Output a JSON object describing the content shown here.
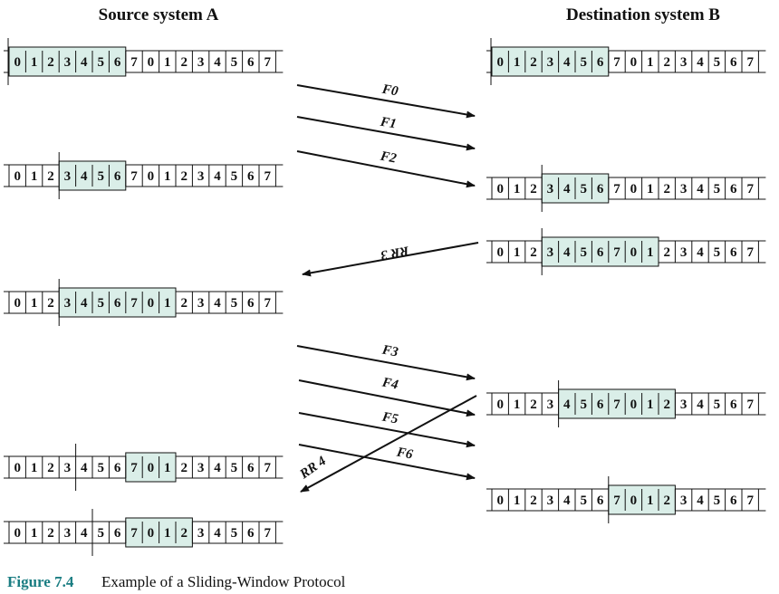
{
  "headers": {
    "source": "Source system A",
    "destination": "Destination system B"
  },
  "caption": {
    "number": "Figure 7.4",
    "text": "Example of a Sliding-Window Protocol"
  },
  "sequence": [
    "0",
    "1",
    "2",
    "3",
    "4",
    "5",
    "6",
    "7",
    "0",
    "1",
    "2",
    "3",
    "4",
    "5",
    "6",
    "7"
  ],
  "colors": {
    "window_fill": "#daeee8",
    "line": "#111111",
    "caption_accent": "#1a7d82"
  },
  "strips": [
    {
      "side": "source",
      "step": 1,
      "window_start": 0,
      "window_end": 6,
      "boundary_after": -1
    },
    {
      "side": "source",
      "step": 2,
      "window_start": 3,
      "window_end": 6,
      "boundary_after": 2
    },
    {
      "side": "source",
      "step": 3,
      "window_start": 3,
      "window_end": 9,
      "boundary_after": 2
    },
    {
      "side": "source",
      "step": 4,
      "window_start": 7,
      "window_end": 9,
      "boundary_after": 3
    },
    {
      "side": "source",
      "step": 5,
      "window_start": 7,
      "window_end": 10,
      "boundary_after": 4
    },
    {
      "side": "destination",
      "step": 1,
      "window_start": 0,
      "window_end": 6,
      "boundary_after": -1
    },
    {
      "side": "destination",
      "step": 2,
      "window_start": 3,
      "window_end": 6,
      "boundary_after": 2
    },
    {
      "side": "destination",
      "step": 3,
      "window_start": 3,
      "window_end": 9,
      "boundary_after": 2
    },
    {
      "side": "destination",
      "step": 4,
      "window_start": 4,
      "window_end": 10,
      "boundary_after": 3
    },
    {
      "side": "destination",
      "step": 5,
      "window_start": 7,
      "window_end": 10,
      "boundary_after": 6
    }
  ],
  "messages": [
    {
      "label": "F0",
      "direction": "A-to-B"
    },
    {
      "label": "F1",
      "direction": "A-to-B"
    },
    {
      "label": "F2",
      "direction": "A-to-B"
    },
    {
      "label": "RR 3",
      "direction": "B-to-A"
    },
    {
      "label": "F3",
      "direction": "A-to-B"
    },
    {
      "label": "F4",
      "direction": "A-to-B"
    },
    {
      "label": "F5",
      "direction": "A-to-B"
    },
    {
      "label": "RR 4",
      "direction": "B-to-A"
    },
    {
      "label": "F6",
      "direction": "A-to-B"
    }
  ]
}
